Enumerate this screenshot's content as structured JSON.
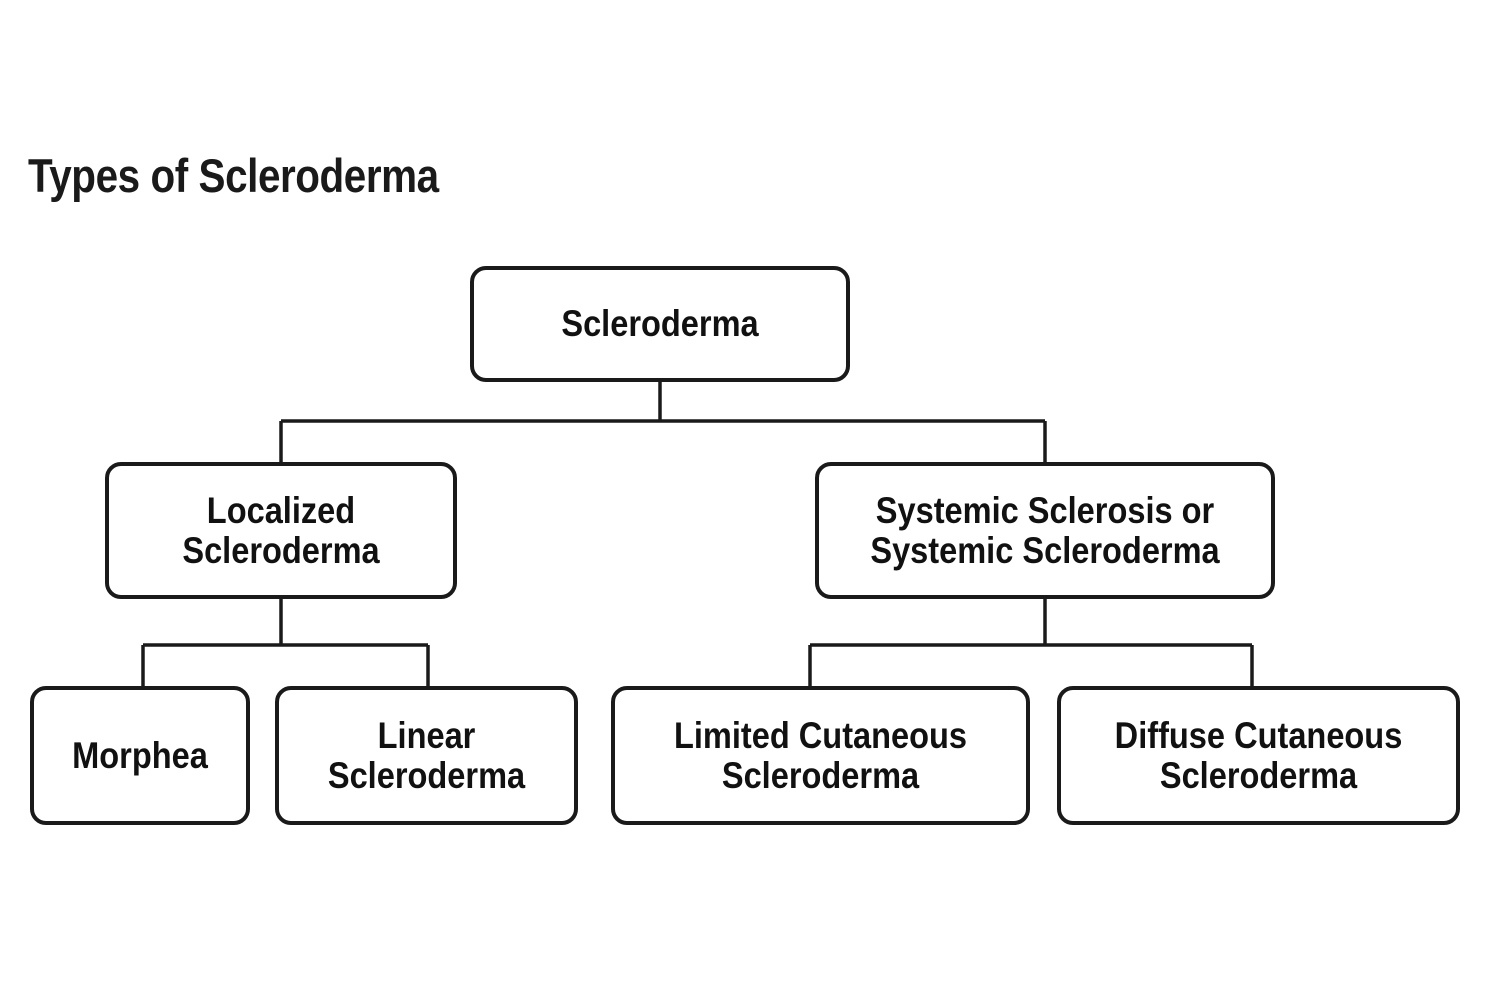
{
  "page": {
    "title": "Types of Scleroderma",
    "background_color": "#ffffff",
    "line_color": "#1a1a1a",
    "text_color": "#111111"
  },
  "diagram": {
    "type": "hierarchy-tree",
    "levels": 3,
    "nodes": {
      "root": {
        "label": "Scleroderma"
      },
      "localized": {
        "label": "Localized\nScleroderma"
      },
      "systemic": {
        "label": "Systemic Sclerosis or\nSystemic Scleroderma"
      },
      "morphea": {
        "label": "Morphea"
      },
      "linear": {
        "label": "Linear\nScleroderma"
      },
      "limited": {
        "label": "Limited Cutaneous\nScleroderma"
      },
      "diffuse": {
        "label": "Diffuse Cutaneous\nScleroderma"
      }
    },
    "edges": [
      {
        "from": "root",
        "to": "localized"
      },
      {
        "from": "root",
        "to": "systemic"
      },
      {
        "from": "localized",
        "to": "morphea"
      },
      {
        "from": "localized",
        "to": "linear"
      },
      {
        "from": "systemic",
        "to": "limited"
      },
      {
        "from": "systemic",
        "to": "diffuse"
      }
    ]
  }
}
